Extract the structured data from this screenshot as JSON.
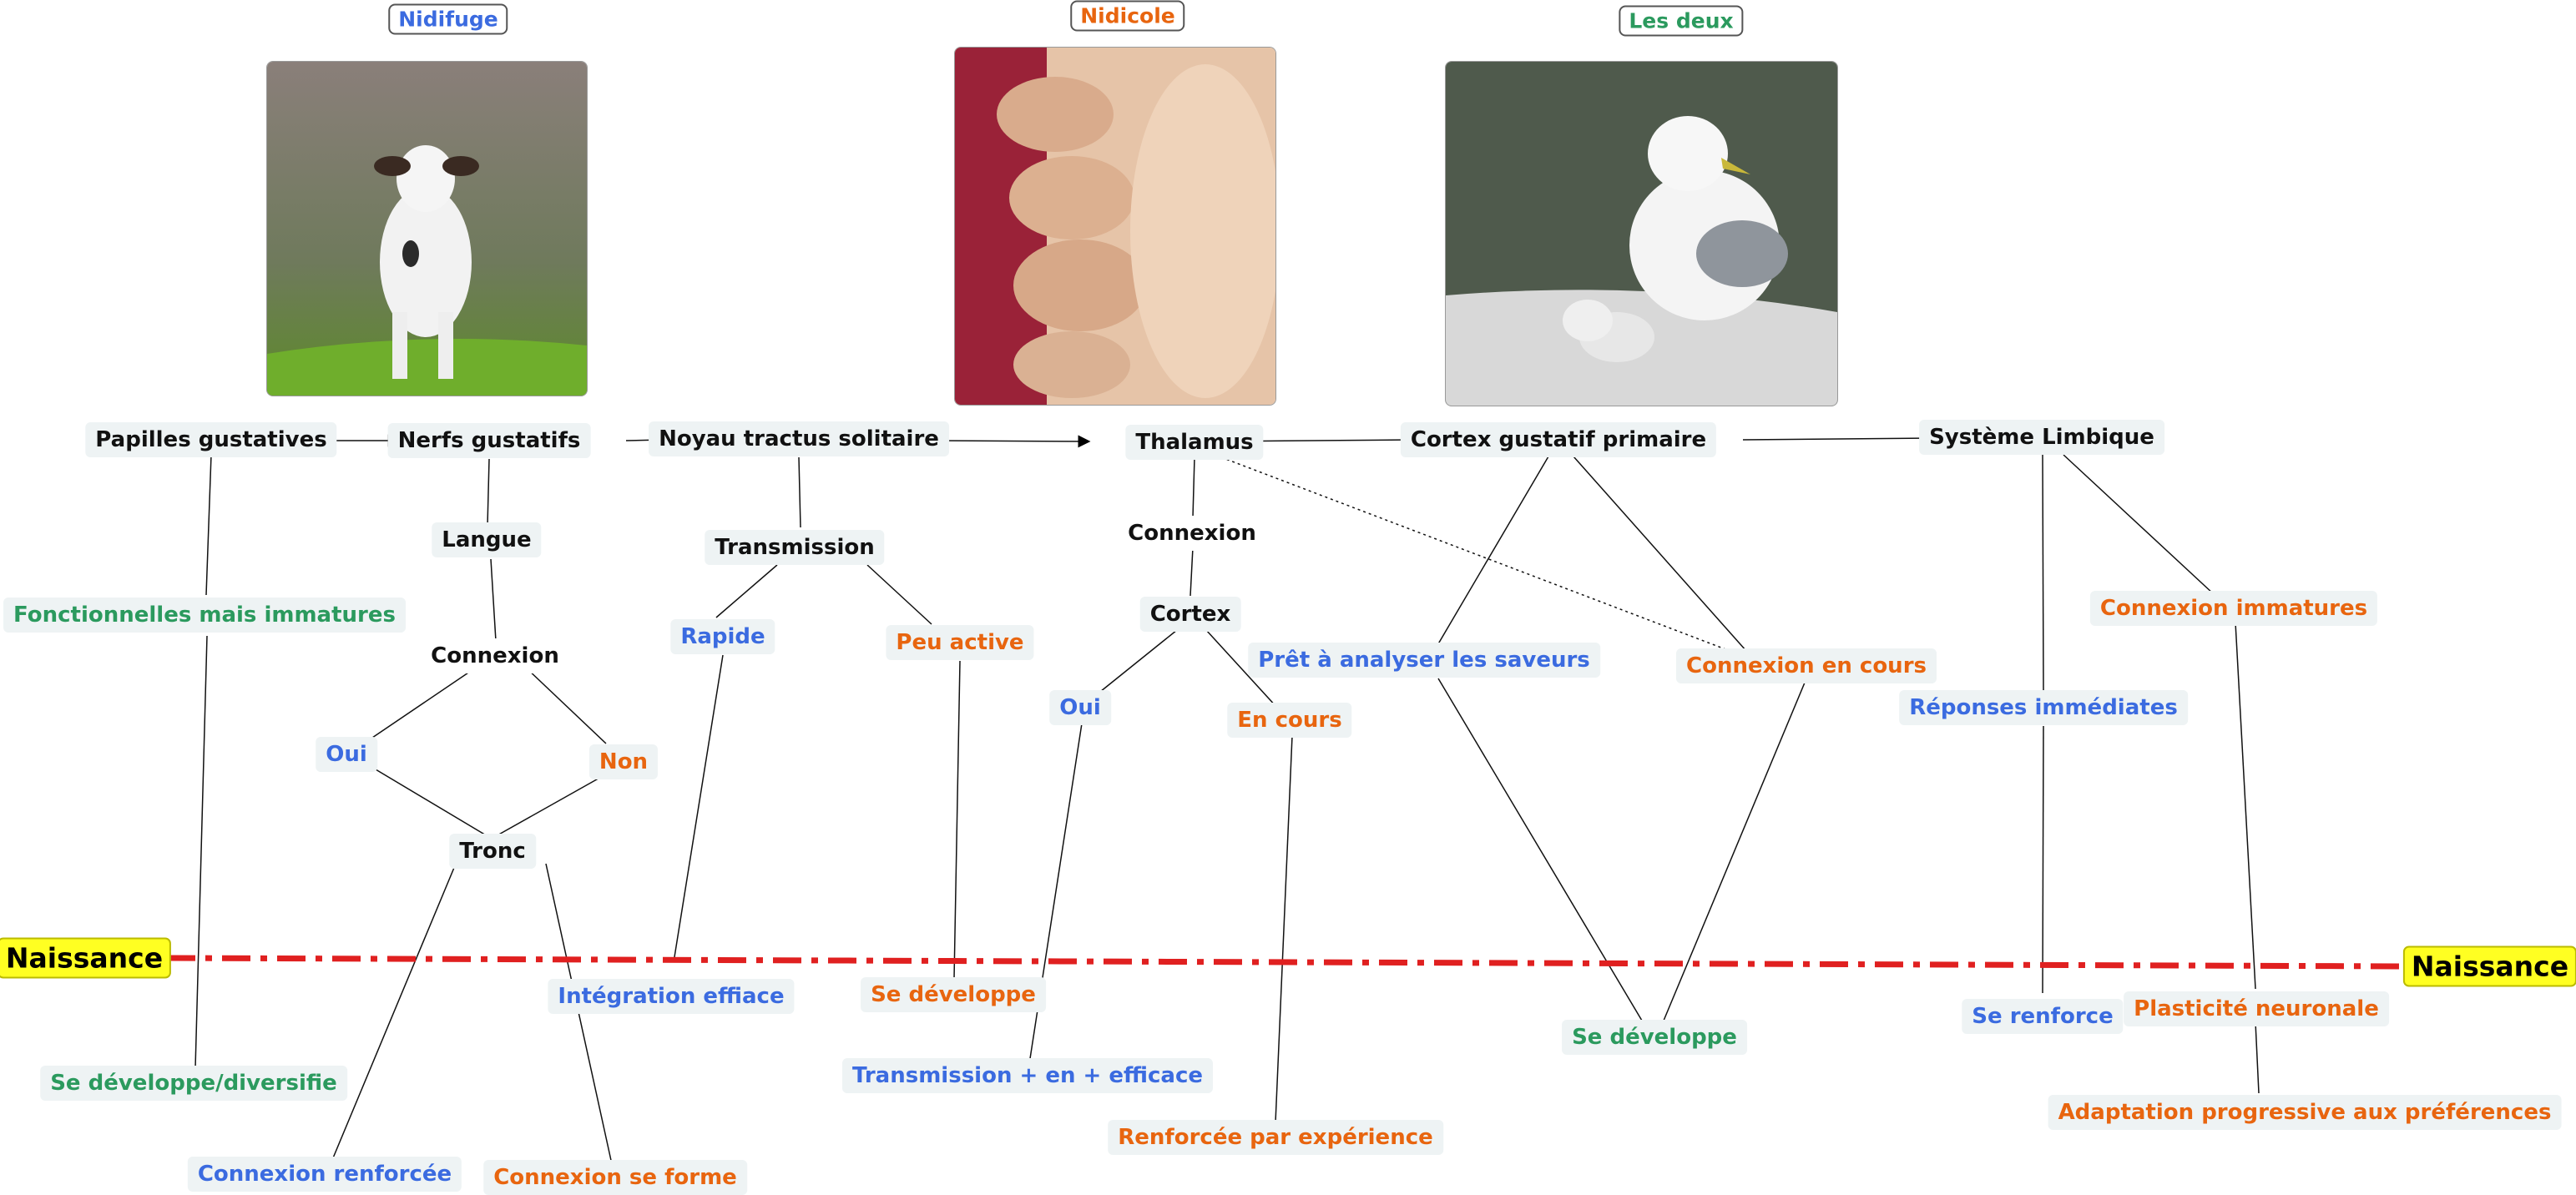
{
  "headers": {
    "nidifuge": "Nidifuge",
    "nidicole": "Nidicole",
    "les_deux": "Les deux"
  },
  "birth": {
    "left": "Naissance",
    "right": "Naissance"
  },
  "pathway": {
    "papilles": "Papilles gustatives",
    "nerfs": "Nerfs gustatifs",
    "noyau": "Noyau tractus solitaire",
    "thalamus": "Thalamus",
    "cortex_primaire": "Cortex gustatif primaire",
    "limbique": "Système Limbique"
  },
  "papilles": {
    "before": "Fonctionnelles mais immatures",
    "after": "Se développe/diversifie"
  },
  "nerfs": {
    "langue": "Langue",
    "connexion": "Connexion",
    "oui": "Oui",
    "non": "Non",
    "tronc": "Tronc",
    "renforcee": "Connexion renforcée",
    "se_forme": "Connexion se forme"
  },
  "noyau": {
    "transmission": "Transmission",
    "rapide": "Rapide",
    "peu_active": "Peu active",
    "integration": "Intégration effiace",
    "se_developpe": "Se développe"
  },
  "thalamus": {
    "connexion": "Connexion",
    "cortex": "Cortex",
    "oui": "Oui",
    "en_cours": "En cours",
    "transmission": "Transmission + en + efficace",
    "renforcee": "Renforcée par expérience"
  },
  "cortex": {
    "pret": "Prêt à analyser les saveurs",
    "connexion_en_cours": "Connexion en cours",
    "se_developpe": "Se développe"
  },
  "limbique": {
    "reponses": "Réponses immédiates",
    "connexion_immatures": "Connexion immatures",
    "se_renforce": "Se renforce",
    "plasticite": "Plasticité neuronale",
    "adaptation": "Adaptation progressive aux préférences"
  },
  "colors": {
    "blue": "#3b6be0",
    "orange": "#e8650f",
    "green": "#2b9a5e",
    "birth_line": "#e02020",
    "birth_label": "#ffff22"
  },
  "images": [
    "calf-photo",
    "puppies-photo",
    "seagull-with-chick-photo"
  ]
}
